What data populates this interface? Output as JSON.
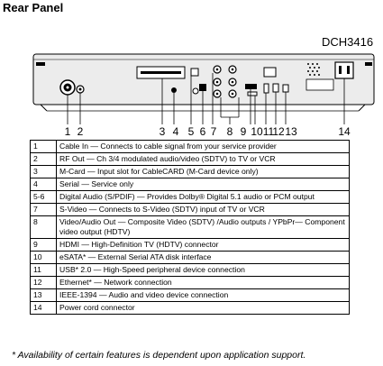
{
  "page": {
    "title": "Rear Panel",
    "model": "DCH3416"
  },
  "callouts": [
    "1",
    "2",
    "3",
    "4",
    "5",
    "6",
    "7",
    "8",
    "9",
    "10",
    "11",
    "12",
    "13",
    "14"
  ],
  "table": {
    "rows": [
      {
        "num": "1",
        "desc": "Cable In — Connects to cable signal from your service provider"
      },
      {
        "num": "2",
        "desc": "RF Out — Ch 3/4 modulated audio/video (SDTV) to TV or VCR"
      },
      {
        "num": "3",
        "desc": "M-Card — Input slot for CableCARD (M-Card device only)"
      },
      {
        "num": "4",
        "desc": "Serial — Service only"
      },
      {
        "num": "5-6",
        "desc": "Digital Audio (S/PDIF) — Provides Dolby® Digital 5.1 audio or PCM output"
      },
      {
        "num": "7",
        "desc": "S-Video — Connects to S-Video (SDTV) input of TV or VCR"
      },
      {
        "num": "8",
        "desc": "Video/Audio Out — Composite Video (SDTV) /Audio outputs / YPbPr— Component video output (HDTV)"
      },
      {
        "num": "9",
        "desc": "HDMI — High-Definition TV (HDTV) connector"
      },
      {
        "num": "10",
        "desc": "eSATA* — External Serial ATA disk interface"
      },
      {
        "num": "11",
        "desc": "USB* 2.0 — High-Speed peripheral device connection"
      },
      {
        "num": "12",
        "desc": "Ethernet* — Network connection"
      },
      {
        "num": "13",
        "desc": "IEEE-1394 — Audio and video device connection"
      },
      {
        "num": "14",
        "desc": "Power cord connector"
      }
    ]
  },
  "footnote": "* Availability of certain features is dependent upon application support."
}
